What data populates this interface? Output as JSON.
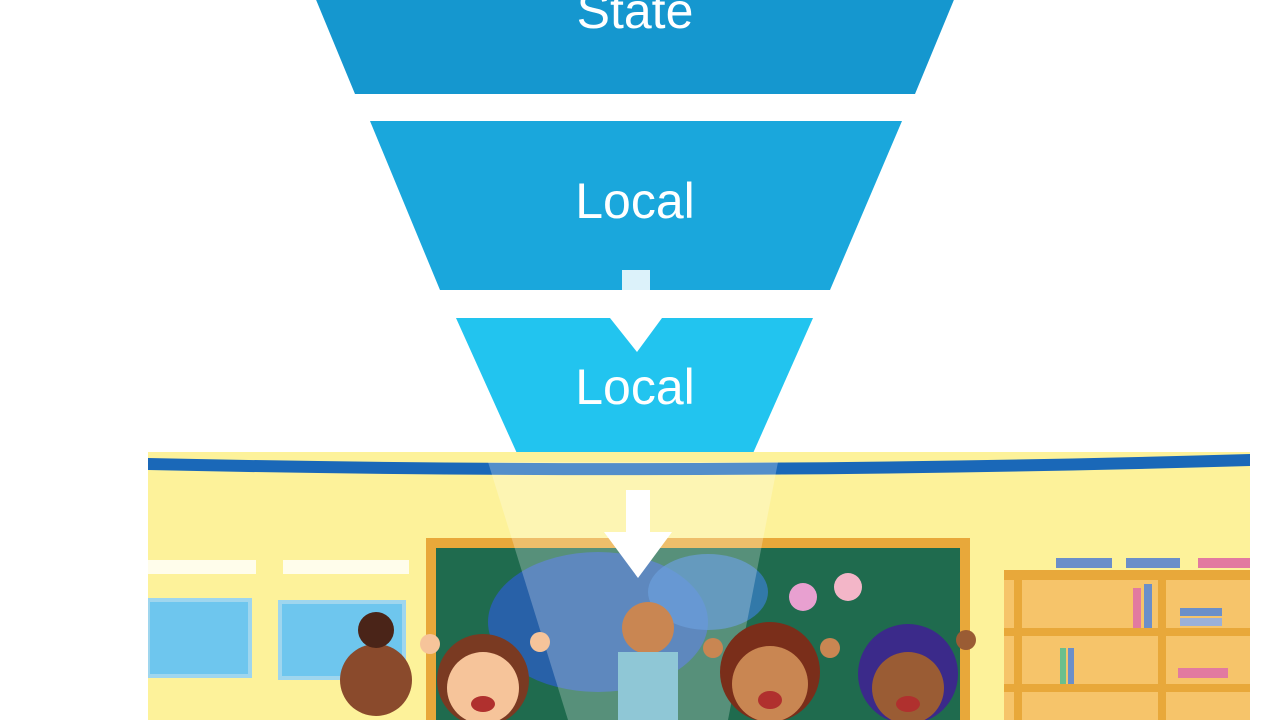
{
  "funnel": {
    "tiers": [
      {
        "label": "State",
        "color": "#1597cf"
      },
      {
        "label": "Local",
        "color": "#1aa7dc"
      },
      {
        "label": "Local",
        "color": "#22c4ef"
      }
    ],
    "arrow_color": "#ffffff"
  },
  "scene": {
    "description_icon": "classroom-illustration",
    "wall_color": "#fdf29a",
    "border_color": "#1a68b8",
    "chalkboard_color": "#1f6b4e",
    "chalkboard_frame_color": "#e8a83a"
  }
}
